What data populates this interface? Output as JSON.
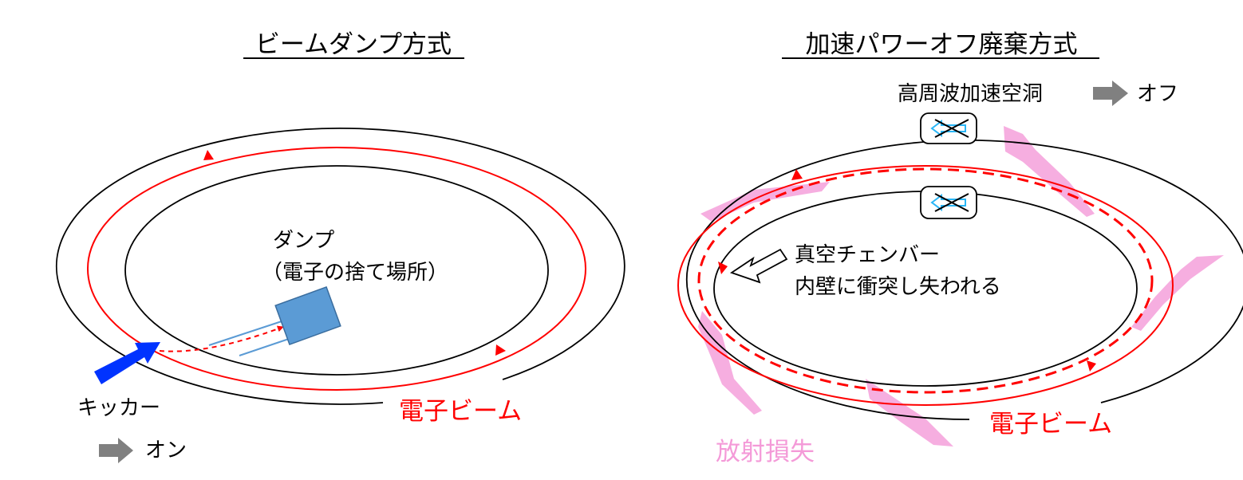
{
  "left": {
    "title": "ビームダンプ方式",
    "dump_label": "ダンプ",
    "dump_sub": "（電子の捨て場所）",
    "kicker_label": "キッカー",
    "kicker_state": "オン",
    "beam_label": "電子ビーム"
  },
  "right": {
    "title": "加速パワーオフ廃棄方式",
    "cavity_label": "高周波加速空洞",
    "cavity_state": "オフ",
    "chamber_line1": "真空チェンバー",
    "chamber_line2": "内壁に衝突し失われる",
    "beam_label": "電子ビーム",
    "loss_label": "放射損失"
  },
  "colors": {
    "ring": "#000000",
    "beam": "#ff0000",
    "kicker": "#0033ff",
    "dump": "#5b9bd5",
    "cavity_arrow": "#29b6f6",
    "radiation": "#f49ad8",
    "state_arrow": "#808080"
  }
}
